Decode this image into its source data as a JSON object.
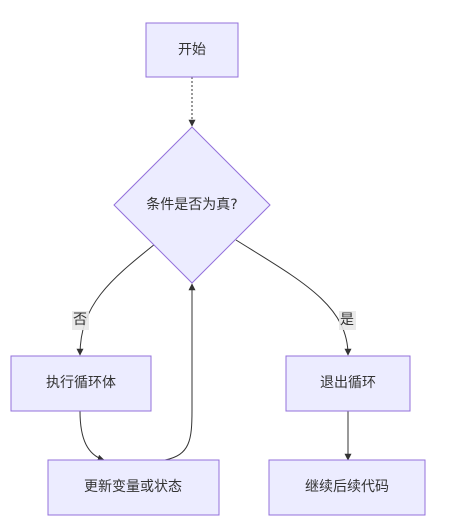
{
  "nodes": {
    "start": "开始",
    "condition": "条件是否为真?",
    "loop_body": "执行循环体",
    "update": "更新变量或状态",
    "exit_loop": "退出循环",
    "continue_code": "继续后续代码"
  },
  "edges": {
    "no_label": "否",
    "yes_label": "是"
  },
  "colors": {
    "node_fill": "#ECECFF",
    "node_stroke": "#9370DB",
    "edge": "#333333",
    "text": "#333333"
  }
}
